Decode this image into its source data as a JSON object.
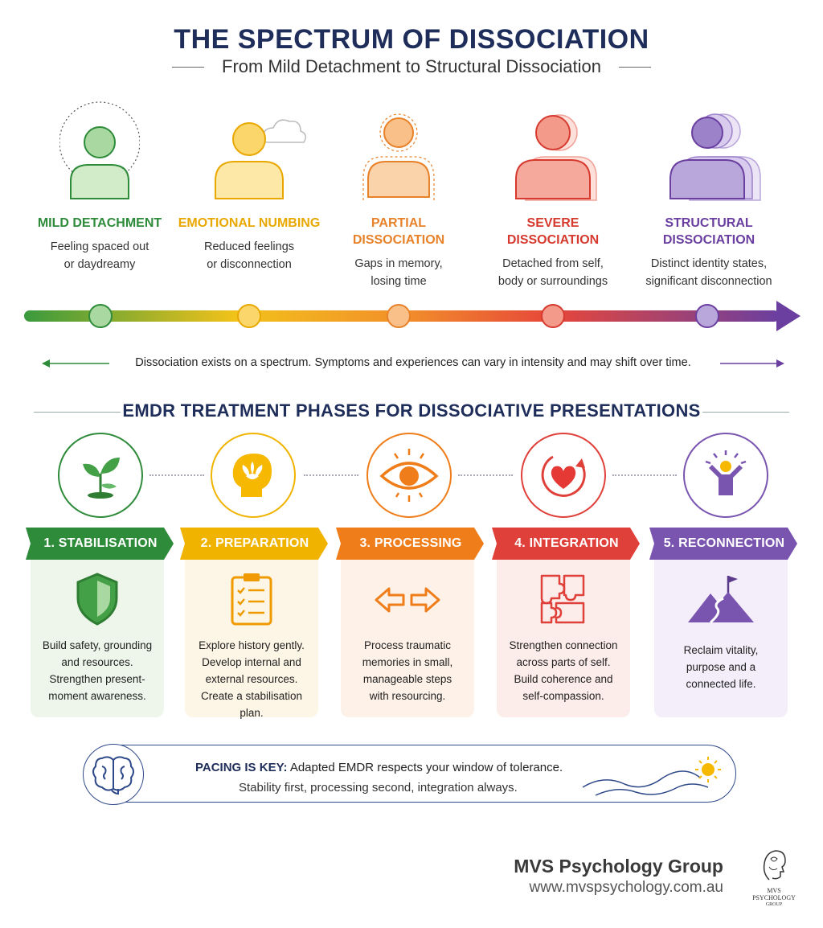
{
  "header": {
    "title": "THE SPECTRUM OF DISSOCIATION",
    "subtitle": "From Mild Detachment to Structural Dissociation"
  },
  "levels": [
    {
      "name_l1": "MILD DETACHMENT",
      "name_l2": "",
      "desc_l1": "Feeling spaced out",
      "desc_l2": "or daydreamy",
      "color": "#2e8b3a",
      "fill": "#a9d8a0",
      "icon": "person-dotted-halo-icon"
    },
    {
      "name_l1": "EMOTIONAL NUMBING",
      "name_l2": "",
      "desc_l1": "Reduced feelings",
      "desc_l2": "or disconnection",
      "color": "#e8a800",
      "fill": "#fbd66b",
      "icon": "person-cloud-icon"
    },
    {
      "name_l1": "PARTIAL",
      "name_l2": "DISSOCIATION",
      "desc_l1": "Gaps in memory,",
      "desc_l2": "losing time",
      "color": "#e8822a",
      "fill": "#f9c08a",
      "icon": "person-dashed-outline-icon"
    },
    {
      "name_l1": "SEVERE",
      "name_l2": "DISSOCIATION",
      "desc_l1": "Detached from self,",
      "desc_l2": "body or surroundings",
      "color": "#d63a2f",
      "fill": "#f39a8b",
      "icon": "person-double-icon"
    },
    {
      "name_l1": "STRUCTURAL",
      "name_l2": "DISSOCIATION",
      "desc_l1": "Distinct identity states,",
      "desc_l2": "significant disconnection",
      "color": "#6a3fa0",
      "fill": "#9b82c9",
      "icon": "person-triple-icon"
    }
  ],
  "spectrum_note": "Dissociation exists on a spectrum. Symptoms and experiences can vary in intensity and may shift over time.",
  "phases_section": {
    "title": "EMDR TREATMENT PHASES FOR DISSOCIATIVE PRESENTATIONS",
    "phases": [
      {
        "label": "1. STABILISATION",
        "color": "#2e8b3a",
        "card_bg": "#eef6ec",
        "top_icon": "sprout-icon",
        "card_icon": "shield-icon",
        "lines": [
          "Build safety, grounding",
          "and resources.",
          "Strengthen present-",
          "moment awareness."
        ]
      },
      {
        "label": "2. PREPARATION",
        "color": "#f0b400",
        "card_bg": "#fdf6e6",
        "top_icon": "head-lotus-icon",
        "card_icon": "clipboard-checklist-icon",
        "lines": [
          "Explore history gently.",
          "Develop internal and",
          "external resources.",
          "Create a stabilisation plan."
        ]
      },
      {
        "label": "3. PROCESSING",
        "color": "#ef7d1a",
        "card_bg": "#fdf1e8",
        "top_icon": "eye-icon",
        "card_icon": "bilateral-arrows-icon",
        "lines": [
          "Process traumatic",
          "memories in small,",
          "manageable steps",
          "with resourcing."
        ]
      },
      {
        "label": "4. INTEGRATION",
        "color": "#e0403a",
        "card_bg": "#fcecea",
        "top_icon": "heart-cycle-icon",
        "card_icon": "puzzle-icon",
        "lines": [
          "Strengthen connection",
          "across parts of self.",
          "Build coherence and",
          "self-compassion."
        ]
      },
      {
        "label": "5. RECONNECTION",
        "color": "#7a55b0",
        "card_bg": "#f3eef9",
        "top_icon": "person-celebrating-icon",
        "card_icon": "mountain-flag-icon",
        "lines": [
          "Reclaim vitality,",
          "purpose and a",
          "connected life."
        ]
      }
    ]
  },
  "pacing": {
    "key": "PACING IS KEY:",
    "line1": "Adapted EMDR respects your window of tolerance.",
    "line2": "Stability first, processing second, integration always.",
    "icon": "brain-icon",
    "decor_icon": "waves-sun-icon"
  },
  "brand": {
    "name": "MVS Psychology Group",
    "url": "www.mvspsychology.com.au",
    "logo_l1": "MVS",
    "logo_l2": "PSYCHOLOGY",
    "logo_l3": "GROUP"
  }
}
